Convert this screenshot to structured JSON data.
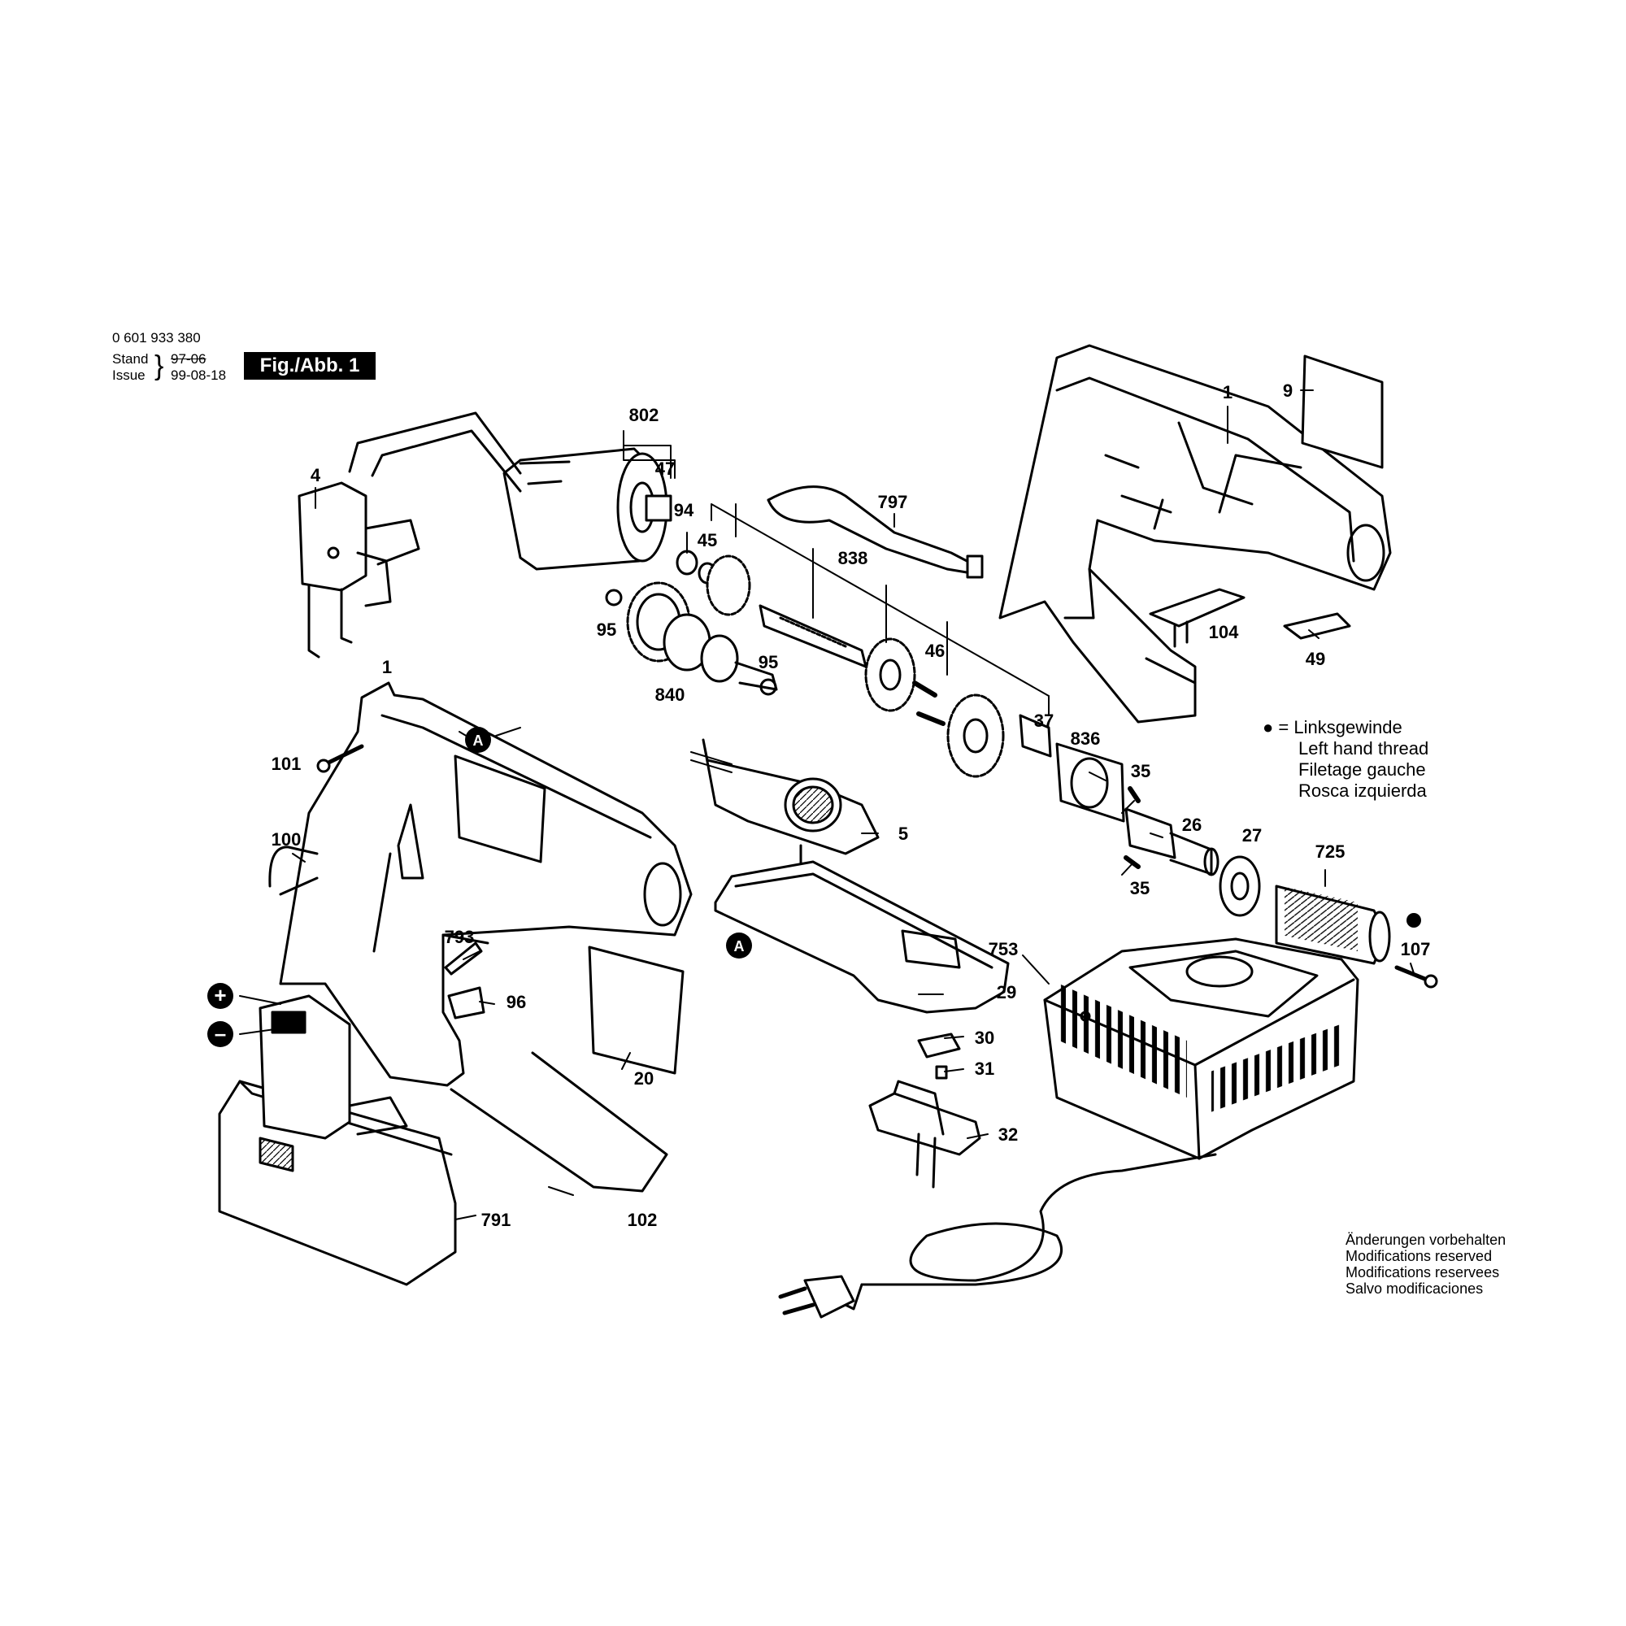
{
  "header": {
    "part_number": "0 601 933 380",
    "stand_label": "Stand",
    "issue_label": "Issue",
    "stand_date": "97-06",
    "issue_date": "99-08-18",
    "figure_label": "Fig./Abb. 1"
  },
  "callouts": [
    "802",
    "47",
    "4",
    "94",
    "45",
    "797",
    "838",
    "95",
    "840",
    "95",
    "46",
    "1",
    "9",
    "104",
    "49",
    "1",
    "A",
    "101",
    "37",
    "836",
    "35",
    "26",
    "27",
    "725",
    "35",
    "5",
    "100",
    "A",
    "107",
    "793",
    "96",
    "753",
    "29",
    "30",
    "31",
    "32",
    "20",
    "791",
    "102"
  ],
  "terminals": [
    "+",
    "–"
  ],
  "legend": {
    "symbol": "●",
    "equals": "=",
    "lines": [
      "Linksgewinde",
      "Left hand thread",
      "Filetage gauche",
      "Rosca izquierda"
    ]
  },
  "notes": [
    "Änderungen vorbehalten",
    "Modifications reserved",
    "Modifications reservees",
    "Salvo modificaciones"
  ]
}
